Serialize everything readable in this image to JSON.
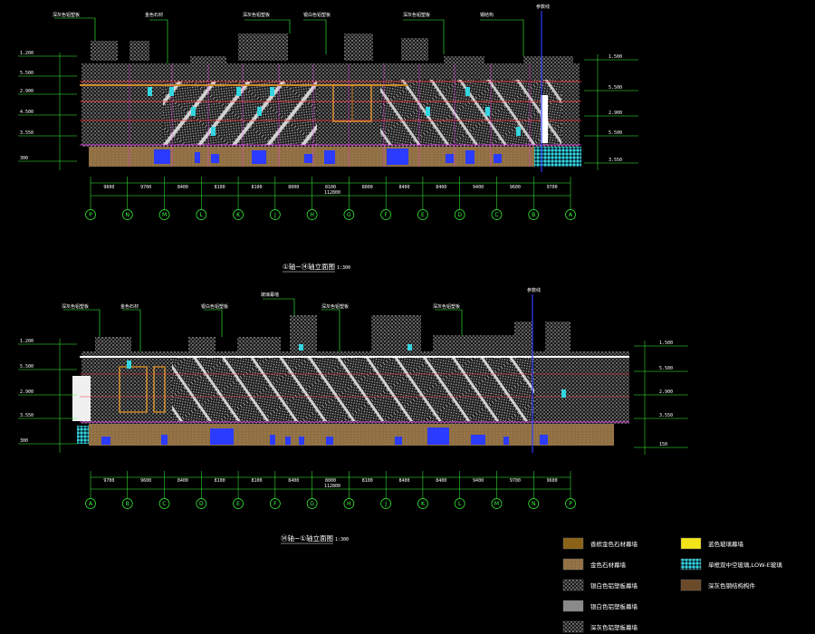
{
  "drawing": {
    "elev1_title": "①轴~⑭轴立面图",
    "elev1_scale": "1:300",
    "elev2_title": "⑭轴~①轴立面图",
    "elev2_scale": "1:300",
    "elev1_axes": [
      "P",
      "N",
      "M",
      "L",
      "K",
      "J",
      "H",
      "G",
      "F",
      "E",
      "D",
      "C",
      "B",
      "A"
    ],
    "elev2_axes": [
      "A",
      "B",
      "C",
      "D",
      "E",
      "F",
      "G",
      "H",
      "J",
      "K",
      "L",
      "M",
      "N",
      "P"
    ],
    "elev1_spacings": [
      "9600",
      "9700",
      "8400",
      "8100",
      "8100",
      "8000",
      "8100",
      "8000",
      "8400",
      "8400",
      "9400",
      "9600",
      "9700"
    ],
    "elev2_spacings": [
      "9700",
      "9600",
      "8400",
      "8100",
      "8100",
      "8400",
      "8000",
      "8100",
      "8400",
      "8400",
      "9400",
      "9700",
      "9600"
    ],
    "total_span": "112800",
    "left_levels": [
      "1.200",
      "5.500",
      "2.900",
      "4.500",
      "3.550",
      "300"
    ],
    "right_levels": [
      "1.500",
      "5.500",
      "2.900",
      "5.500",
      "3.550",
      "150"
    ],
    "callout_labels": [
      "深灰色铝塑板",
      "金色石材",
      "深灰色铝塑板",
      "银白色铝塑板",
      "深灰色铝塑板",
      "钢结构",
      "玻璃幕墙",
      "深灰色铝塑板"
    ],
    "marker1": "参数线",
    "marker2": "参数线"
  },
  "legend": [
    {
      "label": "香槟金色石材幕墙",
      "pattern": "gold"
    },
    {
      "label": "金色石材幕墙",
      "pattern": "sand"
    },
    {
      "label": "银白色铝塑板幕墙",
      "pattern": "dot"
    },
    {
      "label": "银白色铝塑板幕墙",
      "pattern": "gray"
    },
    {
      "label": "深灰色铝塑板幕墙",
      "pattern": "dark"
    },
    {
      "label": "蓝色玻璃幕墙",
      "pattern": "yellow"
    },
    {
      "label": "单框双中空玻璃,LOW-E玻璃",
      "pattern": "cyan"
    },
    {
      "label": "深灰色钢结构构件",
      "pattern": "brown"
    }
  ]
}
